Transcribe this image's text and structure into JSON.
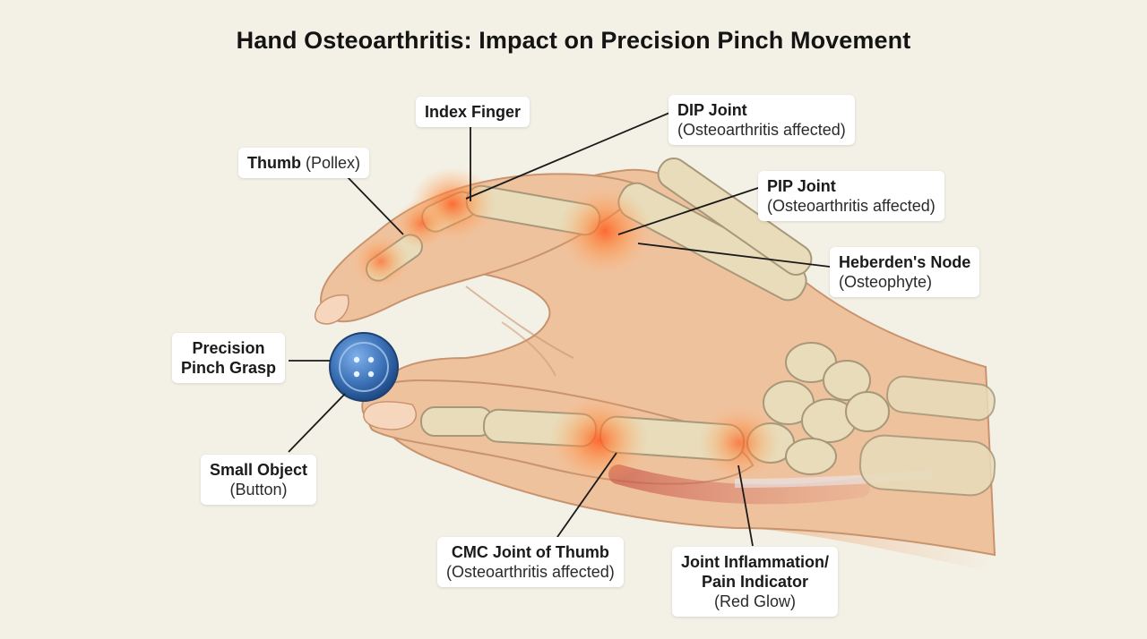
{
  "title": "Hand Osteoarthritis: Impact on Precision Pinch Movement",
  "colors": {
    "background": "#f3f1e6",
    "skin": "#efc29e",
    "bone": "#e8dcba",
    "inflammation": "#ff7a3c",
    "button": "#3d73b8",
    "leader_line": "#1a1a1a"
  },
  "labels": {
    "index_finger": {
      "title": "Index Finger"
    },
    "thumb": {
      "title": "Thumb",
      "sub": "(Pollex)"
    },
    "dip_joint": {
      "title": "DIP Joint",
      "sub": "(Osteoarthritis affected)"
    },
    "pip_joint": {
      "title": "PIP Joint",
      "sub": "(Osteoarthritis affected)"
    },
    "heberdens_node": {
      "title": "Heberden's Node",
      "sub": "(Osteophyte)"
    },
    "precision_pinch": {
      "line1": "Precision",
      "line2": "Pinch Grasp"
    },
    "small_object": {
      "title": "Small Object",
      "sub": "(Button)"
    },
    "cmc_joint": {
      "title": "CMC Joint of Thumb",
      "sub": "(Osteoarthritis affected)"
    },
    "inflammation": {
      "line1": "Joint Inflammation/",
      "line2": "Pain Indicator",
      "sub": "(Red Glow)"
    }
  }
}
